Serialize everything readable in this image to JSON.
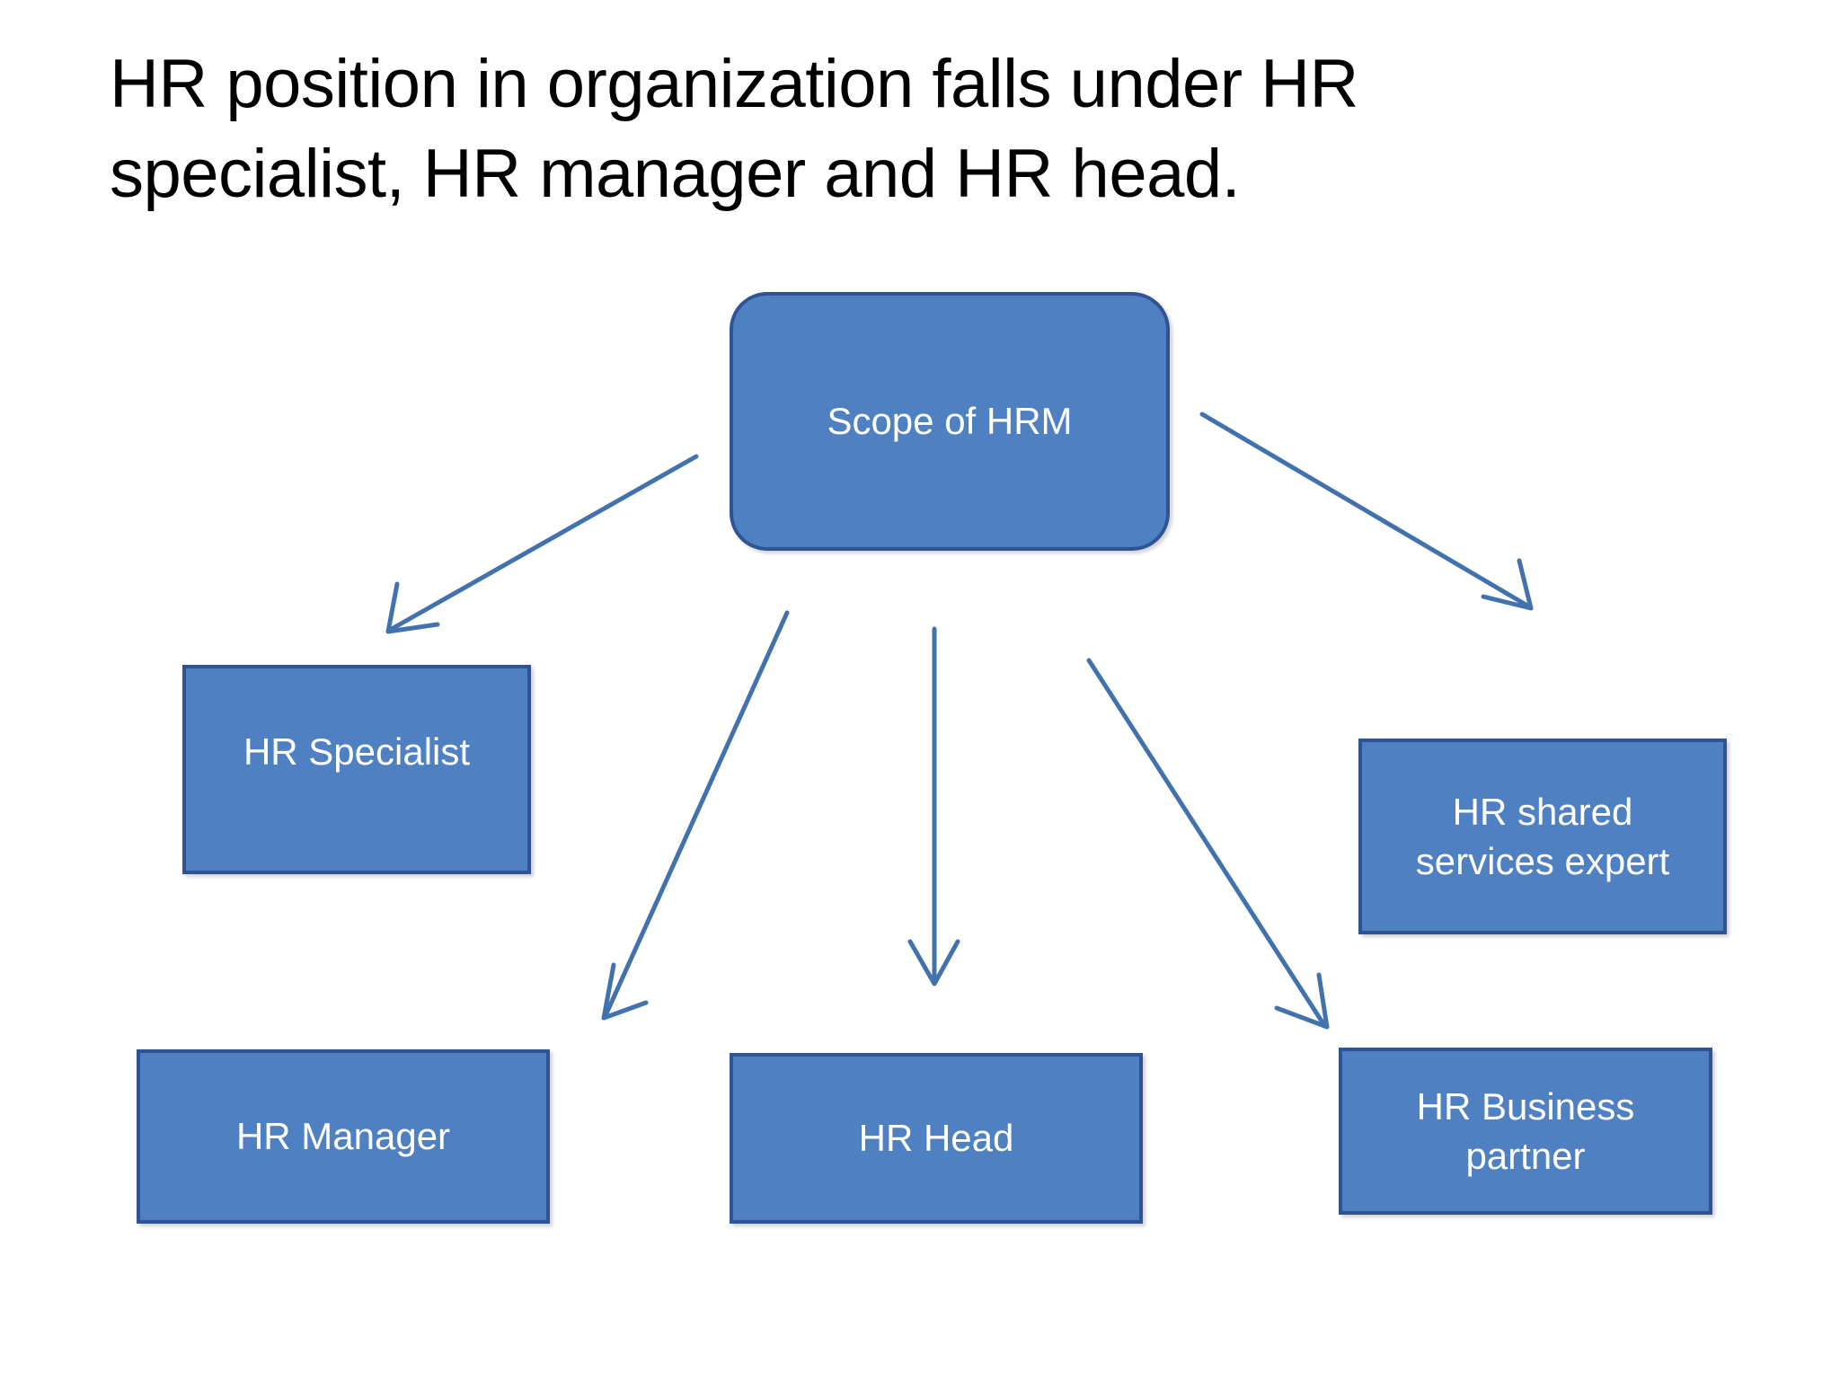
{
  "slide": {
    "title": "HR position in organization falls under HR\nspecialist, HR manager and HR head.",
    "background_color": "#FFFFFF",
    "title_color": "#000000"
  },
  "theme": {
    "node_fill": "#4E80C2",
    "node_border": "#2F5496",
    "node_text": "#FFFFFF",
    "arrow_color": "#4272AD"
  },
  "diagram": {
    "root": {
      "label": "Scope of HRM",
      "shape": "rounded-rectangle"
    },
    "nodes": [
      {
        "label": "HR Specialist",
        "shape": "rectangle"
      },
      {
        "label": "HR Manager",
        "shape": "rectangle"
      },
      {
        "label": "HR Head",
        "shape": "rectangle"
      },
      {
        "label": "HR shared\nservices expert",
        "shape": "rectangle"
      },
      {
        "label": "HR Business\npartner",
        "shape": "rectangle"
      }
    ],
    "connectors": [
      {
        "from": "Scope of HRM",
        "to": "HR Specialist",
        "style": "open-arrow"
      },
      {
        "from": "Scope of HRM",
        "to": "HR Manager",
        "style": "open-arrow"
      },
      {
        "from": "Scope of HRM",
        "to": "HR Head",
        "style": "open-arrow"
      },
      {
        "from": "Scope of HRM",
        "to": "HR shared services expert",
        "style": "open-arrow"
      },
      {
        "from": "Scope of HRM",
        "to": "HR Business partner",
        "style": "open-arrow"
      }
    ]
  }
}
